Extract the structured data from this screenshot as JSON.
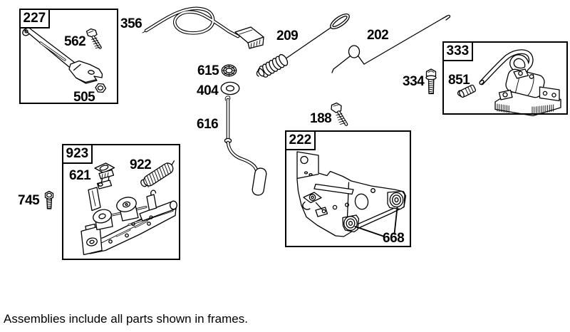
{
  "page": {
    "footer_note": "Assemblies include all parts shown in frames.",
    "background": "#ffffff",
    "line_color": "#000000"
  },
  "frames": [
    {
      "id": "227",
      "label": "227"
    },
    {
      "id": "923",
      "label": "923"
    },
    {
      "id": "222",
      "label": "222"
    },
    {
      "id": "333",
      "label": "333"
    }
  ],
  "part_labels": [
    {
      "id": "356",
      "label": "356"
    },
    {
      "id": "562",
      "label": "562"
    },
    {
      "id": "505",
      "label": "505"
    },
    {
      "id": "615",
      "label": "615"
    },
    {
      "id": "404",
      "label": "404"
    },
    {
      "id": "616",
      "label": "616"
    },
    {
      "id": "209",
      "label": "209"
    },
    {
      "id": "202",
      "label": "202"
    },
    {
      "id": "188",
      "label": "188"
    },
    {
      "id": "334",
      "label": "334"
    },
    {
      "id": "851",
      "label": "851"
    },
    {
      "id": "745",
      "label": "745"
    },
    {
      "id": "621",
      "label": "621"
    },
    {
      "id": "922",
      "label": "922"
    },
    {
      "id": "668",
      "label": "668"
    }
  ]
}
